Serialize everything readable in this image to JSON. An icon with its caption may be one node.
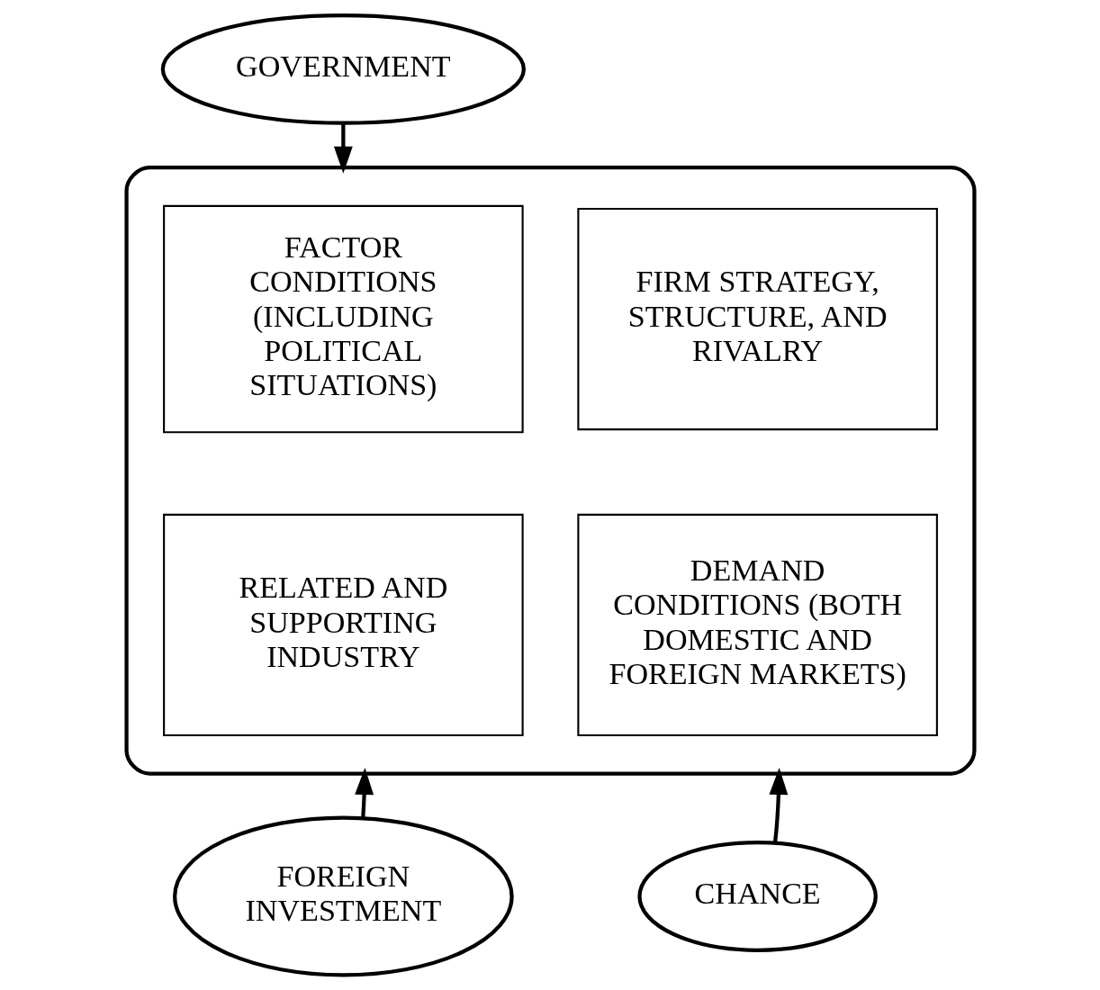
{
  "diagram": {
    "nodes": [
      {
        "text": [
          "GOVERNMENT"
        ]
      },
      {
        "text": [],
        "shape": "ellipse"
      },
      {
        "text": [
          "FACTOR CONDITIONS (INCLUDING POLITICAL SITUATIONS)"
        ],
        "in": 1
      },
      {
        "text": [
          "FIRM STRATEGY, STRUCTURE, AND RIVALRY"
        ],
        "in": 1
      },
      {
        "text": [
          "RELATED AND SUPPORTING INDUSTRY"
        ],
        "in": 1
      },
      {
        "text": [
          "DEMAND CONDITIONS (BOTH DOMESTIC AND FOREIGN MARKETS)"
        ],
        "in": 1
      },
      {
        "text": [
          "FOREIGN INVESTMENT"
        ]
      },
      {
        "text": [
          "CHANCE"
        ]
      }
    ],
    "edges": [
      {
        "from": 0,
        "to": 1,
        "arrow": "to"
      },
      {
        "from": 6,
        "to": 1,
        "arrow": "to"
      },
      {
        "from": 7,
        "to": 1,
        "arrow": "to"
      }
    ]
  }
}
